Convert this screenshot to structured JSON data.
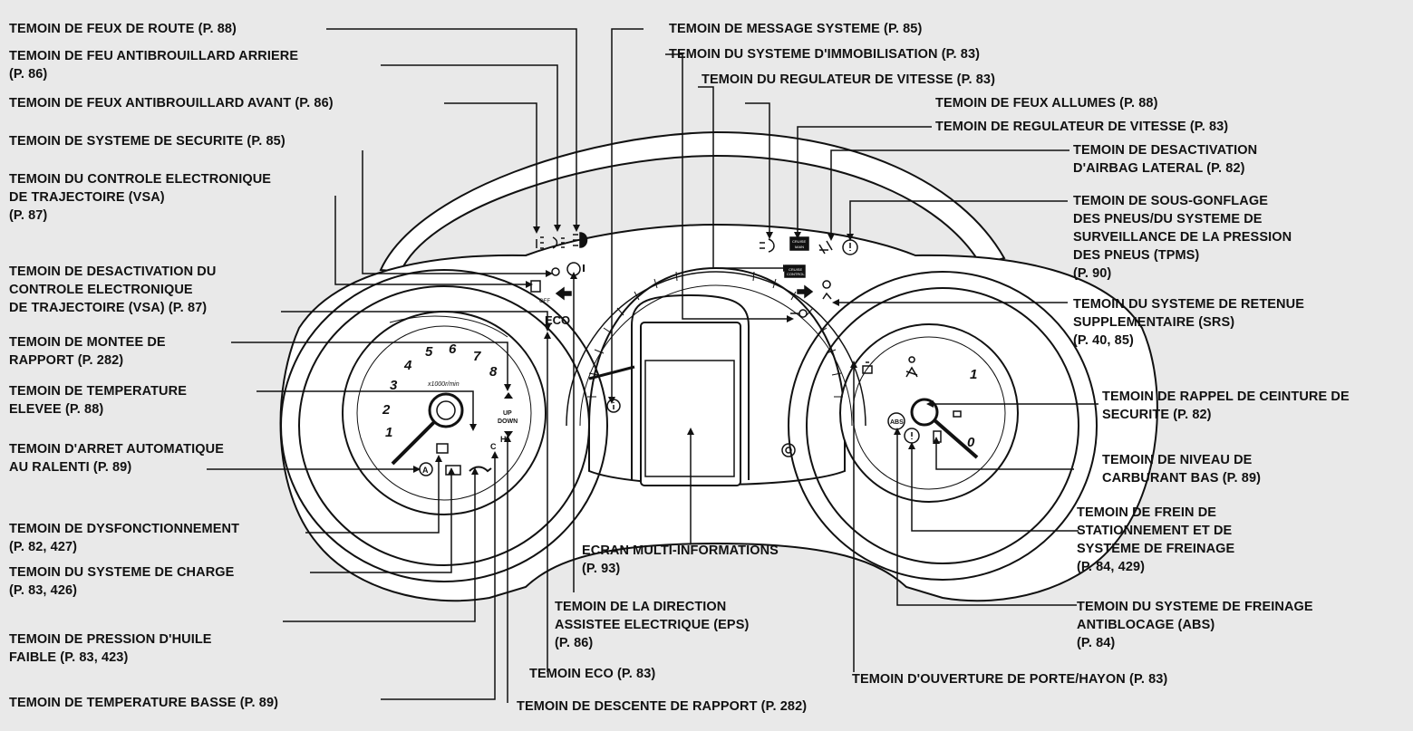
{
  "labels": {
    "feux_route": "TEMOIN DE FEUX DE ROUTE (P. 88)",
    "antibrouillard_arriere": "TEMOIN DE FEU ANTIBROUILLARD ARRIERE\n(P. 86)",
    "antibrouillard_avant": "TEMOIN DE FEUX ANTIBROUILLARD AVANT (P. 86)",
    "securite": "TEMOIN DE SYSTEME DE SECURITE (P. 85)",
    "vsa": "TEMOIN DU CONTROLE ELECTRONIQUE\nDE TRAJECTOIRE (VSA)\n(P. 87)",
    "vsa_off": "TEMOIN DE DESACTIVATION DU\nCONTROLE ELECTRONIQUE\nDE TRAJECTOIRE (VSA) (P. 87)",
    "montee_rapport": "TEMOIN DE MONTEE DE\nRAPPORT (P. 282)",
    "temp_elevee": "TEMOIN DE TEMPERATURE\nELEVEE (P. 88)",
    "arret_auto": "TEMOIN D'ARRET AUTOMATIQUE\nAU RALENTI (P. 89)",
    "dysfonctionnement": "TEMOIN DE DYSFONCTIONNEMENT\n(P. 82, 427)",
    "charge": "TEMOIN DU SYSTEME DE CHARGE\n(P. 83, 426)",
    "pression_huile": "TEMOIN DE PRESSION D'HUILE\nFAIBLE (P. 83, 423)",
    "temp_basse": "TEMOIN DE TEMPERATURE BASSE (P. 89)",
    "message_systeme": "TEMOIN DE MESSAGE SYSTEME (P. 85)",
    "immobilisation": "TEMOIN DU SYSTEME D'IMMOBILISATION (P. 83)",
    "regulateur_1": "TEMOIN DU REGULATEUR DE VITESSE (P. 83)",
    "feux_allumes": "TEMOIN DE FEUX ALLUMES (P. 88)",
    "regulateur_2": "TEMOIN DE REGULATEUR DE VITESSE (P. 83)",
    "airbag_lateral": "TEMOIN DE DESACTIVATION\nD'AIRBAG LATERAL (P. 82)",
    "tpms": "TEMOIN DE SOUS-GONFLAGE\nDES PNEUS/DU SYSTEME DE\nSURVEILLANCE DE LA PRESSION\nDES PNEUS (TPMS)\n(P. 90)",
    "srs": "TEMOIN DU SYSTEME DE RETENUE\nSUPPLEMENTAIRE (SRS)\n(P. 40, 85)",
    "ceinture": "TEMOIN DE RAPPEL DE CEINTURE DE\nSECURITE (P. 82)",
    "carburant": "TEMOIN DE NIVEAU DE\nCARBURANT BAS (P. 89)",
    "frein_stationnement": "TEMOIN DE FREIN DE\nSTATIONNEMENT ET DE\nSYSTEME DE FREINAGE\n(P. 84, 429)",
    "abs": "TEMOIN DU SYSTEME DE FREINAGE\nANTIBLOCAGE (ABS)\n(P. 84)",
    "porte_hayon": "TEMOIN D'OUVERTURE DE PORTE/HAYON (P. 83)",
    "ecran": "ECRAN MULTI-INFORMATIONS\n(P. 93)",
    "eps": "TEMOIN DE LA DIRECTION\nASSISTEE ELECTRIQUE (EPS)\n(P. 86)",
    "eco": "TEMOIN ECO (P. 83)",
    "descente_rapport": "TEMOIN DE DESCENTE DE RAPPORT (P. 282)"
  },
  "gauge": {
    "tach_numbers": [
      "1",
      "2",
      "3",
      "4",
      "5",
      "6",
      "7",
      "8"
    ],
    "tach_unit": "x1000r/min",
    "up": "UP",
    "down": "DOWN",
    "eco": "ECO",
    "fuel_full": "1",
    "fuel_empty": "0",
    "cruise_main_1": "CRUISE",
    "cruise_main_2": "MAIN",
    "cruise_control_1": "CRUISE",
    "cruise_control_2": "CONTROL",
    "vsa_off": "OFF",
    "abs": "ABS",
    "temp_high": "H",
    "temp_low": "C",
    "auto_stop": "A"
  },
  "colors": {
    "background": "#e9e9e9",
    "line": "#111111",
    "panel": "#ffffff"
  }
}
